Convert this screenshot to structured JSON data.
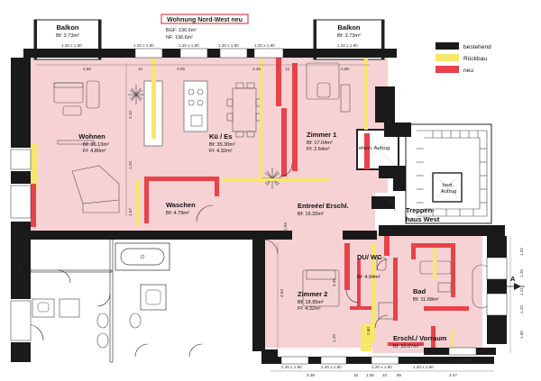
{
  "title": {
    "name": "Wohnung Nord-West neu",
    "bgf": "BGF: 196.6m²",
    "nf": "NF:  196.6m²"
  },
  "legend": [
    {
      "label": "bestehend",
      "color": "#1a1a1a"
    },
    {
      "label": "Rückbau",
      "color": "#f7e76a"
    },
    {
      "label": "neu",
      "color": "#e8424a"
    }
  ],
  "colors": {
    "room_fill": "#f6d2d4",
    "wall_existing": "#1a1a1a",
    "wall_new": "#e8424a",
    "demolition": "#f7e76a"
  },
  "rooms": [
    {
      "name": "Wohnen",
      "area1": "Bf: 36.13m²",
      "area2": "Ff:  4.80m²"
    },
    {
      "name": "Kü / Es",
      "area1": "Bf: 35.30m²",
      "area2": "Ff:  4.32m²"
    },
    {
      "name": "Zimmer 1",
      "area1": "Bf: 17.04m²",
      "area2": "Ff:  2.64m²"
    },
    {
      "name": "Waschen",
      "area1": "Bf: 4.79m²",
      "area2": ""
    },
    {
      "name": "Entreée/ Erschl.",
      "area1": "Bf: 16.32m²",
      "area2": ""
    },
    {
      "name": "Zimmer 2",
      "area1": "Bf: 18.95m²",
      "area2": "Ff:  4.32m²"
    },
    {
      "name": "DU/ WC",
      "area1": "Bf: 4.94m²",
      "area2": ""
    },
    {
      "name": "Bad",
      "area1": "Bf: 11.68m²",
      "area2": ""
    },
    {
      "name": "Erschl./ Vorraum",
      "area1": "Bf: 10.07m²",
      "area2": ""
    }
  ],
  "balconies": [
    {
      "name": "Balkon",
      "area": "Bf: 3.73m²"
    },
    {
      "name": "Balkon",
      "area": "Bf: 3.73m²"
    }
  ],
  "labels": {
    "ehem_aufzug": "ehem. Aufzug",
    "best_aufzug_1": "best.",
    "best_aufzug_2": "Aufzug",
    "treppenhaus_1": "Treppen-",
    "treppenhaus_2": "haus West",
    "section_mark": "A"
  },
  "dimensions": {
    "top": [
      "4.85",
      "12",
      "3.05",
      "3.46",
      "12",
      "3.88"
    ],
    "window_top": [
      "1.20 x 1.80",
      "1.20 x 1.80",
      "1.20 x 1.80",
      "1.20 x 1.80",
      "1.20 x 1.80",
      "1.20 x 1.80"
    ],
    "bottom": [
      "3.39",
      "15",
      "1.56",
      "10",
      "85",
      "3.47"
    ],
    "window_bottom": [
      "1.20 x 1.80",
      "1.20 x 1.80",
      "1.20 x 1.80",
      "1.20 x 1.80",
      "1.20 x 1.80"
    ],
    "left": [
      "3.10",
      "1.20",
      "1.57",
      "4.84",
      "5.40"
    ],
    "right": [
      "1.92",
      "1.20",
      "1.21",
      "1.20",
      "1.80"
    ],
    "misc": [
      "3.45",
      "1.59",
      "1.20",
      "2.60"
    ]
  }
}
